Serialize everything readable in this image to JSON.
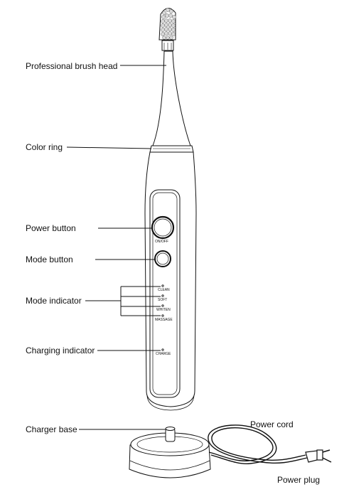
{
  "labels": {
    "brush_head": "Professional brush head",
    "color_ring": "Color ring",
    "power_button": "Power button",
    "mode_button": "Mode button",
    "mode_indicator": "Mode indicator",
    "charging_indicator": "Charging indicator",
    "charger_base": "Charger base",
    "power_cord": "Power cord",
    "power_plug": "Power plug"
  },
  "device_markings": {
    "power_switch": "ON/OFF",
    "modes": [
      "CLEAN",
      "SOFT",
      "WHITEN",
      "MASSAGE"
    ],
    "charge": "CHARGE"
  },
  "colors": {
    "line": "#111111",
    "background": "#ffffff"
  }
}
